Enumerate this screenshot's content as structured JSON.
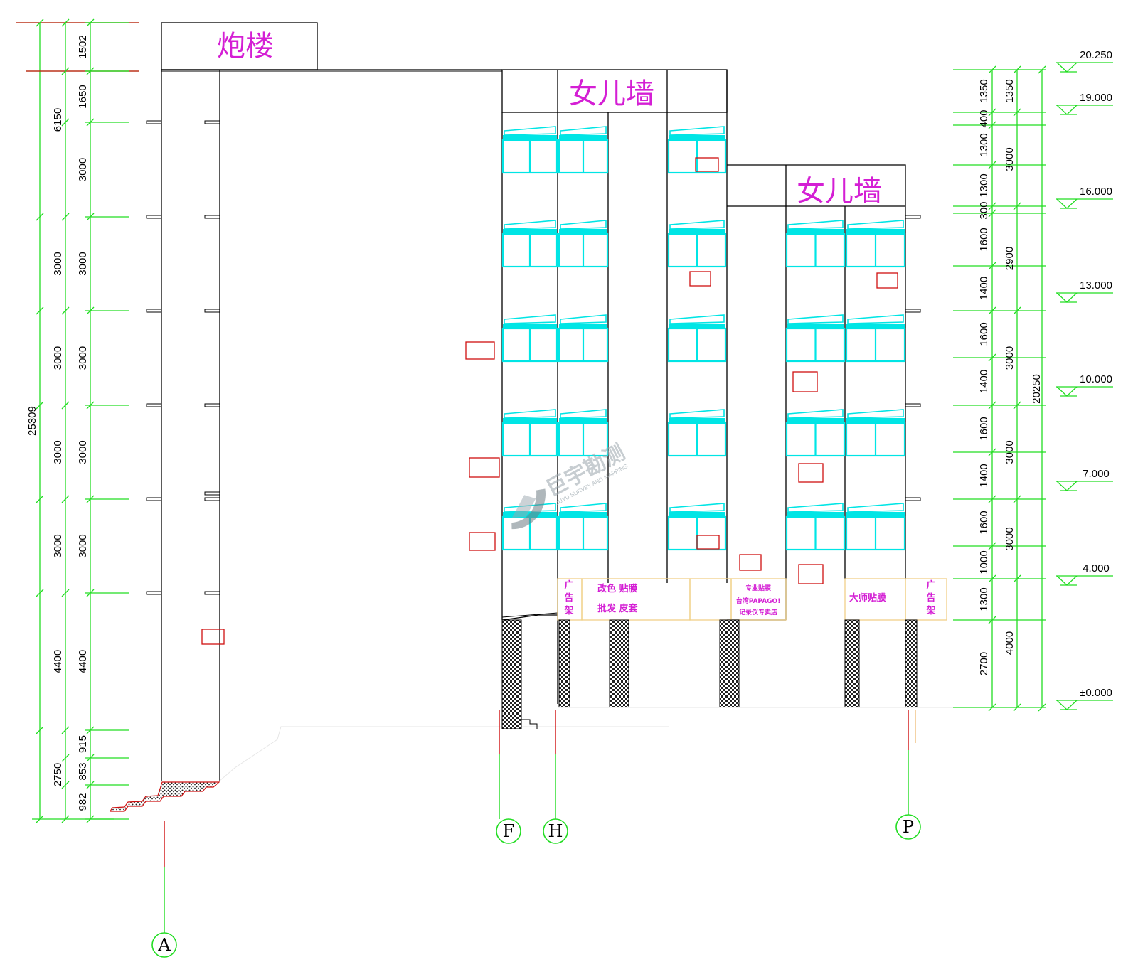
{
  "labels": {
    "paolou": "炮楼",
    "parapet_1": "女儿墙",
    "parapet_2": "女儿墙"
  },
  "left_dims": {
    "total": "25309",
    "outer": [
      "6150",
      "3000",
      "3000",
      "3000",
      "3000",
      "4400",
      "2750"
    ],
    "inner": [
      "1502",
      "1650",
      "3000",
      "3000",
      "3000",
      "3000",
      "3000",
      "4400",
      "915",
      "853",
      "982"
    ]
  },
  "right_dims": {
    "total": "20250",
    "outer": [
      "1350",
      "3000",
      "2900",
      "3000",
      "3000",
      "3000",
      "4000"
    ],
    "inner": [
      "1350",
      "400",
      "1300",
      "1300",
      "300",
      "1600",
      "1400",
      "1600",
      "1400",
      "1600",
      "1400",
      "1600",
      "1000",
      "1300",
      "2700"
    ]
  },
  "levels": [
    "20.250",
    "19.000",
    "16.000",
    "13.000",
    "10.000",
    "7.000",
    "4.000",
    "±0.000"
  ],
  "axes": [
    "A",
    "F",
    "H",
    "P"
  ],
  "signs": {
    "left_ad": [
      "广",
      "告",
      "架"
    ],
    "right_ad": [
      "广",
      "告",
      "架"
    ],
    "s1_top": "改色    贴膜",
    "s1_bottom": "批发    皮套",
    "s2_l1": "专业贴膜",
    "s2_l2": "台湾PAPAGO!",
    "s2_l3": "记录仪专卖店",
    "s3": "大师贴膜"
  },
  "watermark": {
    "text": "巨宇勘测",
    "sub": "JUYU SURVEY AND MAPPING"
  },
  "colors": {
    "dim": "#22dd22",
    "outline": "#000000",
    "window": "#00e5e5",
    "text_cn": "#d41fd4",
    "marker": "#d01010",
    "sign": "#f0d088"
  }
}
